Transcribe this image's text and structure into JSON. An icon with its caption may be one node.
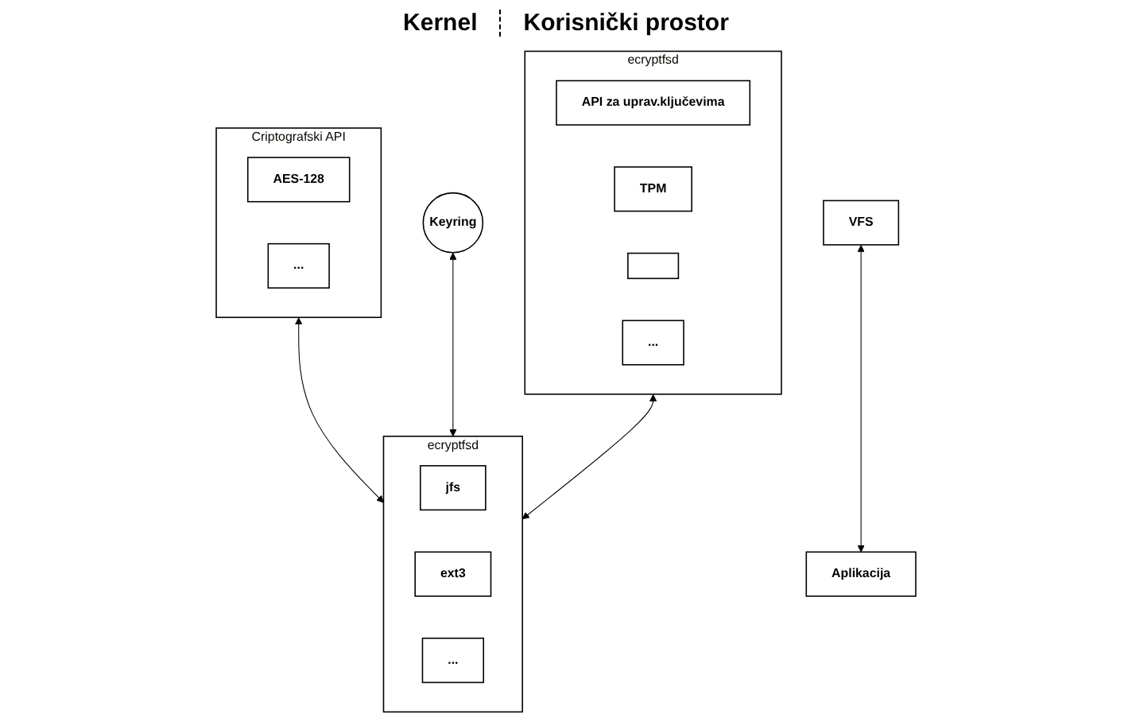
{
  "diagram": {
    "nodes": [
      {
        "text": [
          "Criptografski API"
        ]
      },
      {
        "text": [
          "AES-128"
        ],
        "in": 0
      },
      {
        "text": [
          "..."
        ],
        "in": 0
      },
      {
        "text": [
          "Keyring"
        ]
      },
      {
        "text": [
          "ecryptfsd"
        ]
      },
      {
        "text": [
          "API za uprav.ključevima"
        ],
        "in": 4
      },
      {
        "text": [
          "TPM"
        ],
        "in": 4
      },
      {
        "text": [],
        "shape": "box",
        "in": 4
      },
      {
        "text": [
          "..."
        ],
        "in": 4
      },
      {
        "text": [
          "ecryptfsd"
        ]
      },
      {
        "text": [
          "jfs"
        ],
        "in": 9
      },
      {
        "text": [
          "ext3"
        ],
        "in": 9
      },
      {
        "text": [
          "..."
        ],
        "in": 9
      },
      {
        "text": [
          "VFS"
        ]
      },
      {
        "text": [
          "Aplikacija"
        ]
      }
    ],
    "edges": [
      {
        "from": 0,
        "to": 9,
        "arrow": "both"
      },
      {
        "from": 3,
        "to": 9,
        "arrow": "both"
      },
      {
        "from": 4,
        "to": 9,
        "arrow": "both"
      },
      {
        "from": 13,
        "to": 14,
        "arrow": "both"
      }
    ],
    "labels": [
      "Kernel",
      "Korisnički prostor"
    ]
  }
}
